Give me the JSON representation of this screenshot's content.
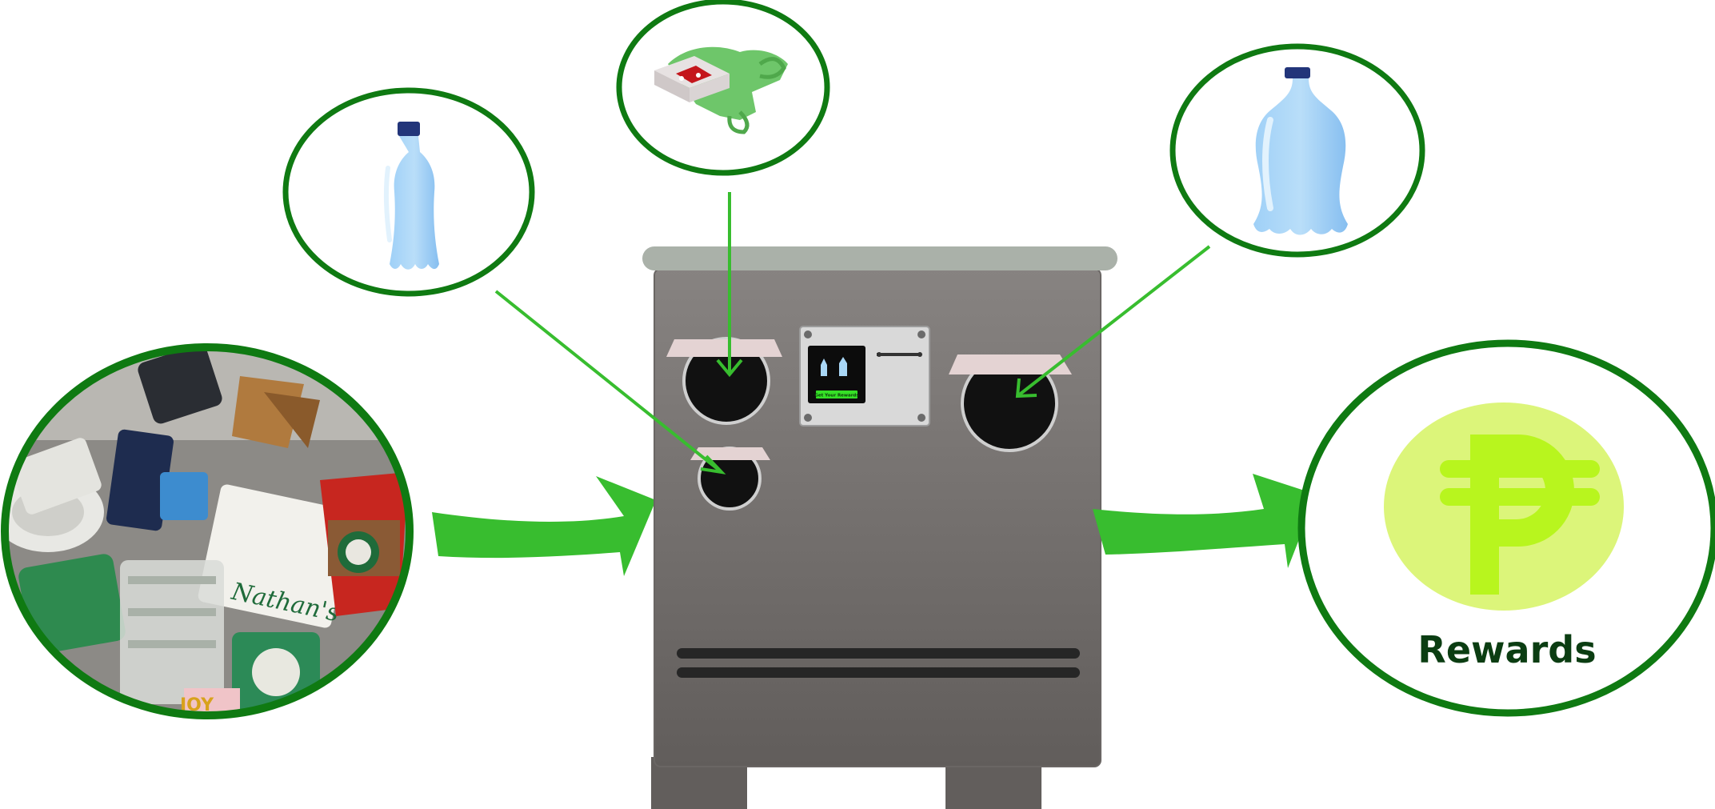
{
  "screen": {
    "button_label": "Get Your Rewards"
  },
  "rewards": {
    "label": "Rewards",
    "currency_symbol": "₱"
  },
  "icons": {
    "waste_pile": "mixed-waste-photo",
    "small_bottle": "small-plastic-bottle-icon",
    "bag_container": "plastic-bag-and-food-container-icon",
    "large_bottle": "large-plastic-bottle-icon",
    "reward": "peso-coin-icon"
  },
  "colors": {
    "ring": "#0f7a12",
    "arrow": "#38bd2f",
    "machine_top": "#aab1a9",
    "machine_body_top": "#878381",
    "machine_body_bottom": "#615d5b",
    "coin_bg": "#dcf57a",
    "coin_symbol": "#b8f51e",
    "rewards_text": "#0b3d12",
    "screen_button": "#35e026"
  }
}
